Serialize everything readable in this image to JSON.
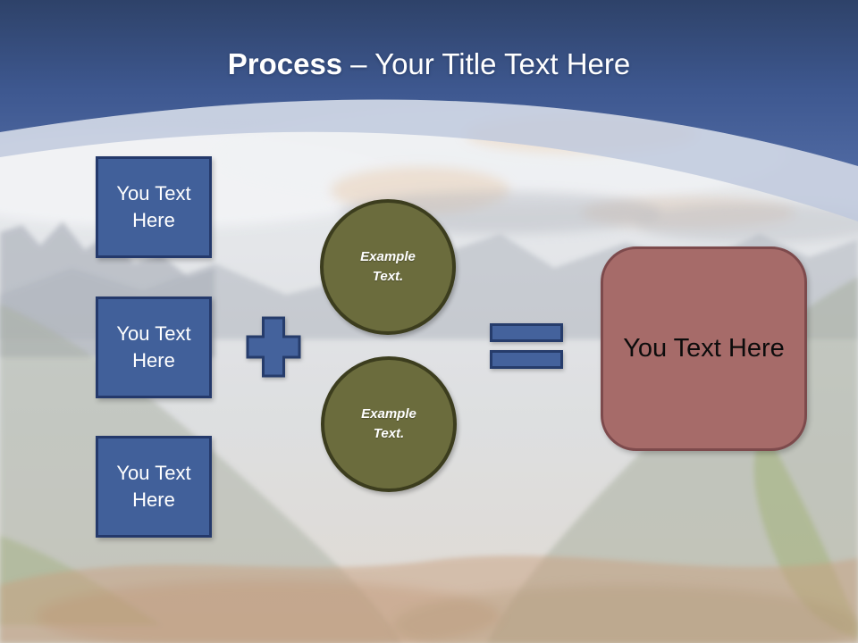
{
  "title": {
    "bold": "Process",
    "rest": "– Your Title Text Here"
  },
  "input_boxes": [
    {
      "label": "You Text Here"
    },
    {
      "label": "You Text Here"
    },
    {
      "label": "You Text Here"
    }
  ],
  "example_circles": [
    {
      "label": "Example Text."
    },
    {
      "label": "Example Text."
    }
  ],
  "result_box": {
    "label": "You Text Here"
  },
  "operators": {
    "plus": "plus",
    "equals": "equals"
  },
  "colors": {
    "header_top": "#2E4269",
    "header_bottom": "#4E68A1",
    "band": "#BEC8DD",
    "input_box_fill": "#41609A",
    "input_box_border": "#24396B",
    "circle_fill": "#6B6C3D",
    "circle_border": "#3C3D1E",
    "result_fill": "#A66B69",
    "result_border": "#7D4A4C",
    "operator_fill": "#44629C",
    "operator_border": "#263C6B",
    "title_text": "#FFFFFF",
    "result_text": "#0C0C0C"
  }
}
